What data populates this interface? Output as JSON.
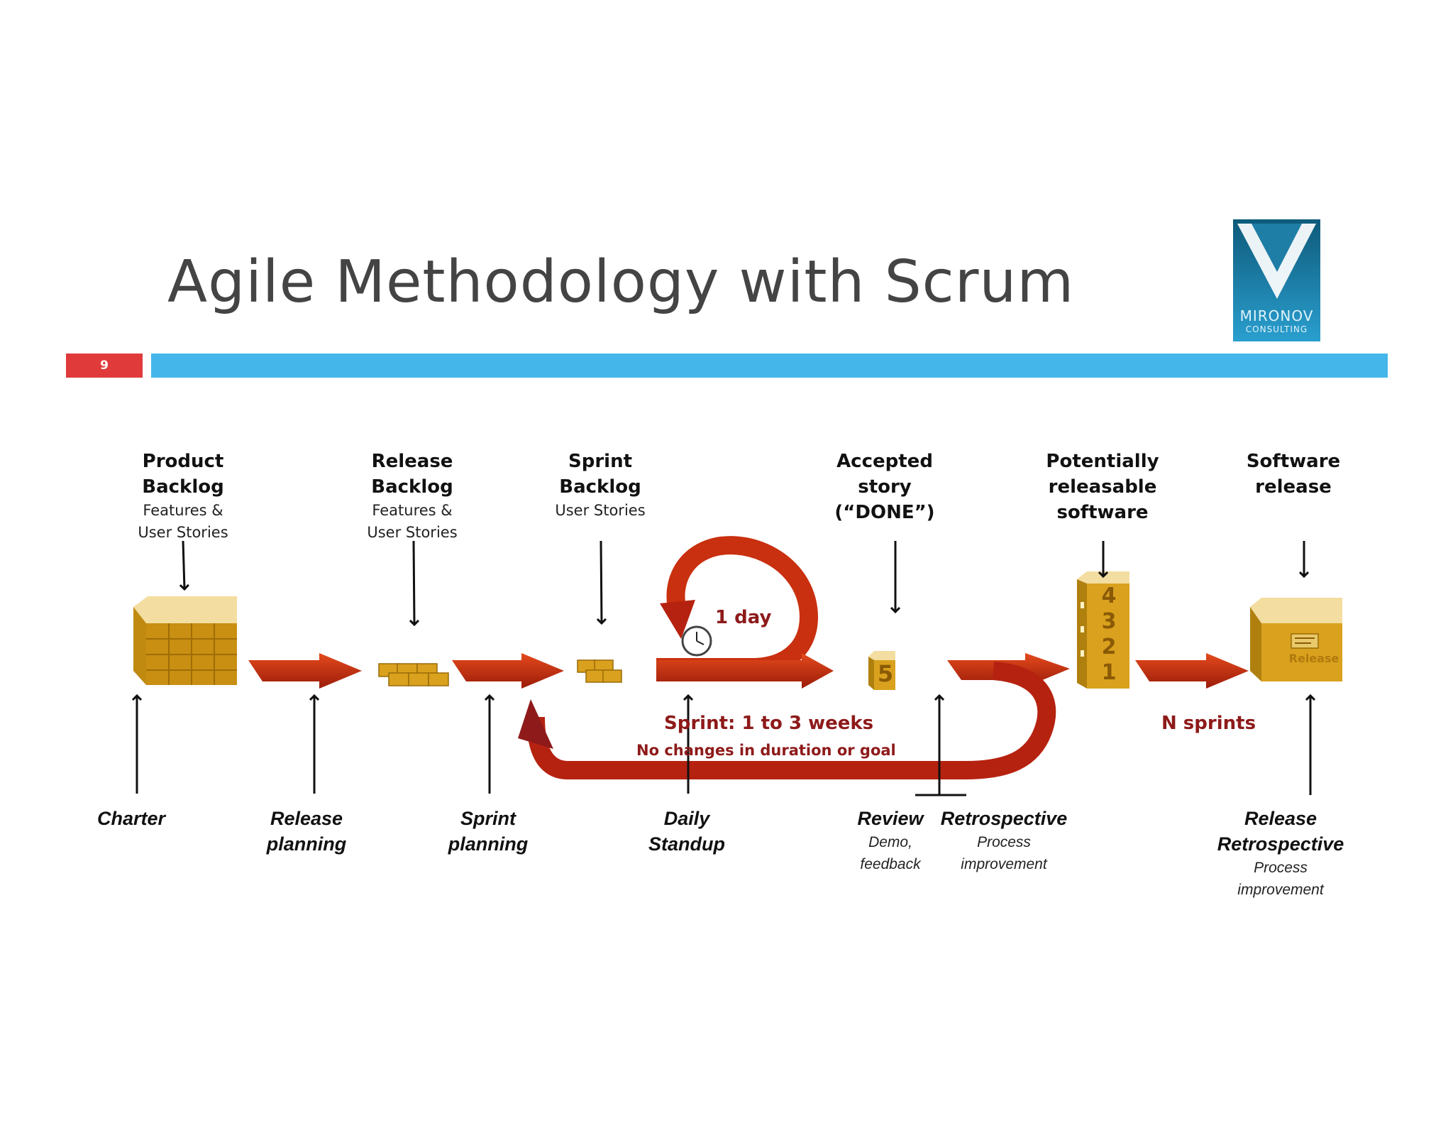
{
  "title": "Agile Methodology with Scrum",
  "slide_number": "9",
  "logo": {
    "line1": "MIRONOV",
    "line2": "CONSULTING"
  },
  "top_labels": {
    "product_backlog": {
      "title": "Product\nBacklog",
      "sub": "Features &\nUser Stories"
    },
    "release_backlog": {
      "title": "Release\nBacklog",
      "sub": "Features &\nUser Stories"
    },
    "sprint_backlog": {
      "title": "Sprint\nBacklog",
      "sub": "User Stories"
    },
    "accepted_story": {
      "title": "Accepted\nstory\n(“DONE”)"
    },
    "potentially_releasable": {
      "title": "Potentially\nreleasable\nsoftware"
    },
    "software_release": {
      "title": "Software\nrelease"
    }
  },
  "bottom_labels": {
    "charter": {
      "title": "Charter"
    },
    "release_planning": {
      "title": "Release\nplanning"
    },
    "sprint_planning": {
      "title": "Sprint\nplanning"
    },
    "daily_standup": {
      "title": "Daily\nStandup"
    },
    "review": {
      "title": "Review",
      "sub": "Demo,\nfeedback"
    },
    "retrospective": {
      "title": "Retrospective",
      "sub": "Process\nimprovement"
    },
    "release_retrospective": {
      "title": "Release\nRetrospective",
      "sub": "Process\nimprovement"
    }
  },
  "cycle_labels": {
    "one_day": "1 day",
    "sprint": "Sprint: 1 to 3 weeks",
    "sprint_note": "No changes in duration or goal",
    "n_sprints": "N sprints"
  },
  "graphics": {
    "done_box_number": "5",
    "stack_digits": [
      "4",
      "3",
      "2",
      "1"
    ],
    "release_box_label": "Release"
  },
  "colors": {
    "arrow_red": "#c9300f",
    "box_gold": "#d9a11d",
    "label_red": "#8e1a1a",
    "header_blue": "#45b6ea",
    "slide_number_red": "#e03a3a"
  }
}
